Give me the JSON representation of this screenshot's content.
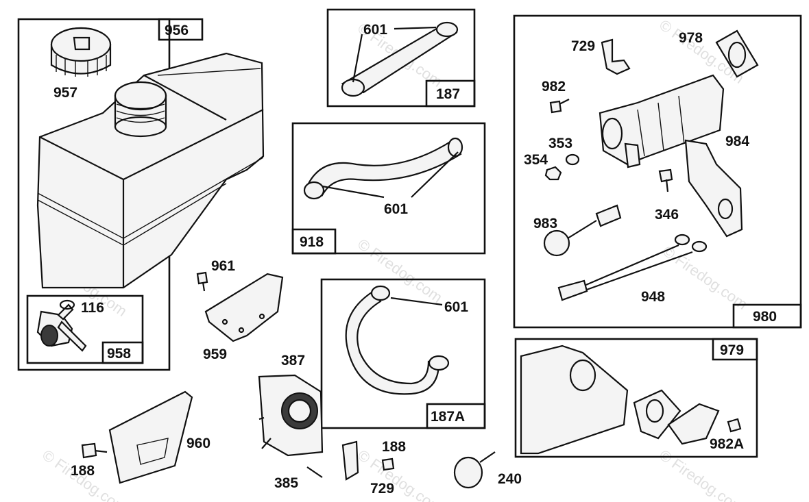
{
  "diagram": {
    "watermark": "© Firedog.com",
    "groups": {
      "fuel_tank_assembly": "956",
      "fuel_line_straight": "187",
      "fuel_line_curved": "918",
      "fuel_line_loop": "187A",
      "control_assembly": "980",
      "gasket_kit": "979",
      "shutoff_valve": "958"
    },
    "parts": {
      "fuel_cap": "957",
      "o_ring": "116",
      "screw_961": "961",
      "bracket_959": "959",
      "carburetor_body": "387",
      "shield": "960",
      "screw_188_left": "188",
      "pin": "385",
      "clip_729_bottom": "729",
      "screw_188_bottom": "188",
      "primer": "240",
      "clamp_601_a": "601",
      "clamp_601_b": "601",
      "clamp_601_c": "601",
      "clip_729_top": "729",
      "gasket_978": "978",
      "screw_982": "982",
      "nut_353": "353",
      "nut_354": "354",
      "bracket_984": "984",
      "screw_346": "346",
      "switch_983": "983",
      "wire_948": "948",
      "screw_982a": "982A"
    }
  }
}
